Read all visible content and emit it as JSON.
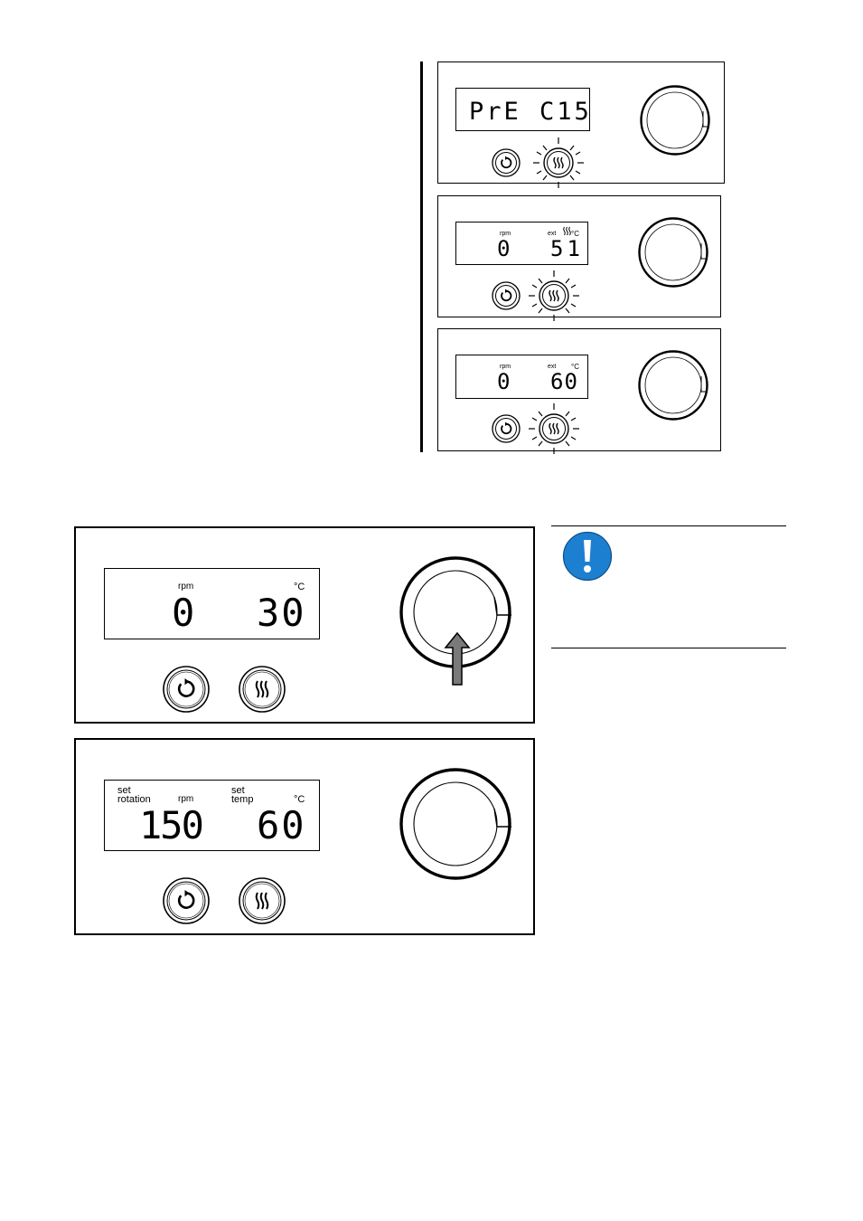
{
  "small_panels": [
    {
      "id": "preheat",
      "left_value": "PrE",
      "right_value": "C15",
      "rpm_label": "",
      "ext_label": "",
      "unit_label": ""
    },
    {
      "id": "heating",
      "left_value": "0",
      "right_value": "51",
      "rpm_label": "rpm",
      "ext_label": "ext",
      "unit_label": "°C"
    },
    {
      "id": "reached",
      "left_value": "0",
      "right_value": "60",
      "rpm_label": "rpm",
      "ext_label": "ext",
      "unit_label": "°C"
    }
  ],
  "big_panels": [
    {
      "id": "current",
      "rpm_value": "0",
      "temp_value": "30",
      "rpm_label": "rpm",
      "unit_label": "°C"
    },
    {
      "id": "setpoint",
      "rpm_value": "150",
      "temp_value": "60",
      "set_rotation_label_1": "set",
      "set_rotation_label_2": "rotation",
      "rpm_label": "rpm",
      "set_temp_label_1": "set",
      "set_temp_label_2": "temp",
      "unit_label": "°C"
    }
  ],
  "icons": {
    "rotation": "rotation-icon",
    "heating": "heating-icon",
    "knob": "control-knob",
    "press_arrow": "press-arrow-icon",
    "notice": "exclamation-icon"
  },
  "colors": {
    "notice_blue": "#1d7fd0",
    "arrow_gray": "#7a7a7a"
  }
}
